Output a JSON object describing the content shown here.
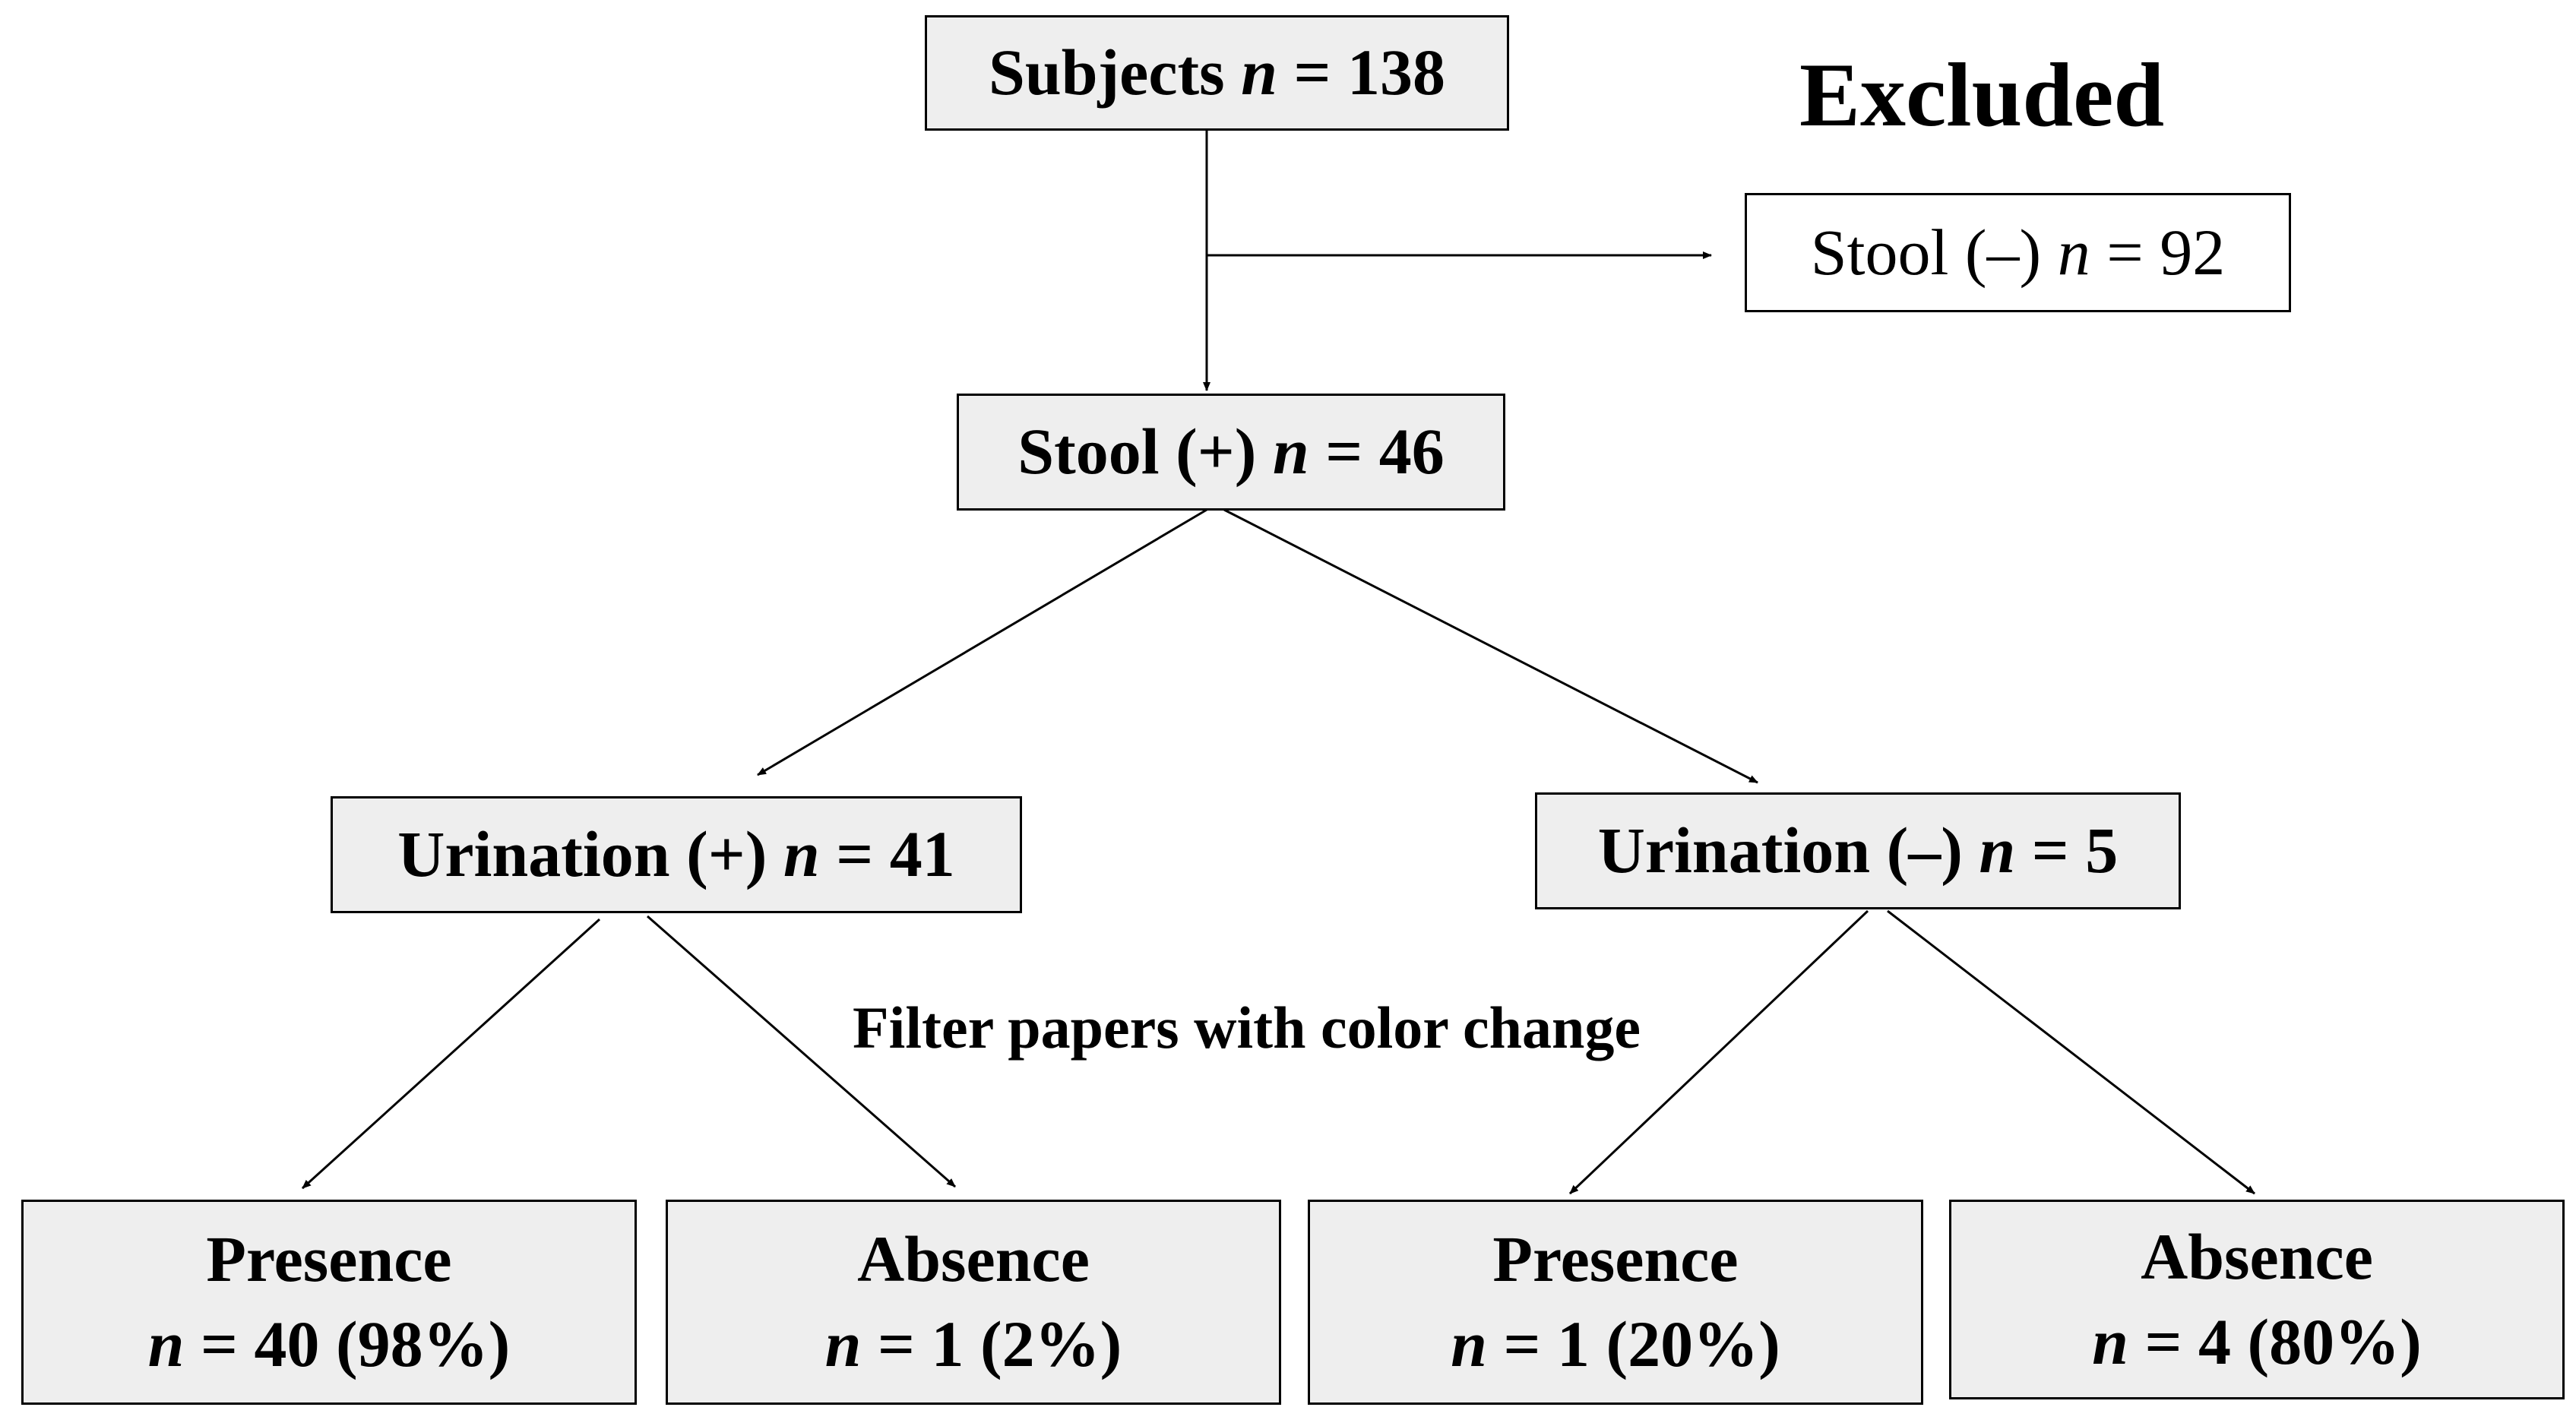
{
  "subjects": {
    "label": "Subjects",
    "n_symbol": "n",
    "value": "= 138"
  },
  "excluded": {
    "heading": "Excluded",
    "label": "Stool (–)",
    "n_symbol": "n",
    "value": "= 92"
  },
  "stool_positive": {
    "label": "Stool (+)",
    "n_symbol": "n",
    "value": "= 46"
  },
  "urination_positive": {
    "label": "Urination (+)",
    "n_symbol": "n",
    "value": "= 41"
  },
  "urination_negative": {
    "label": "Urination (–)",
    "n_symbol": "n",
    "value": "= 5"
  },
  "color_change_label": "Filter papers with color change",
  "outcomes": [
    {
      "label": "Presence",
      "n_symbol": "n",
      "value": "= 40 (98%)"
    },
    {
      "label": "Absence",
      "n_symbol": "n",
      "value": "= 1 (2%)"
    },
    {
      "label": "Presence",
      "n_symbol": "n",
      "value": "= 1 (20%)"
    },
    {
      "label": "Absence",
      "n_symbol": "n",
      "value": "= 4 (80%)"
    }
  ],
  "colors": {
    "box_fill": "#eeeeee",
    "excluded_box_fill": "#ffffff",
    "stroke": "#000000"
  }
}
